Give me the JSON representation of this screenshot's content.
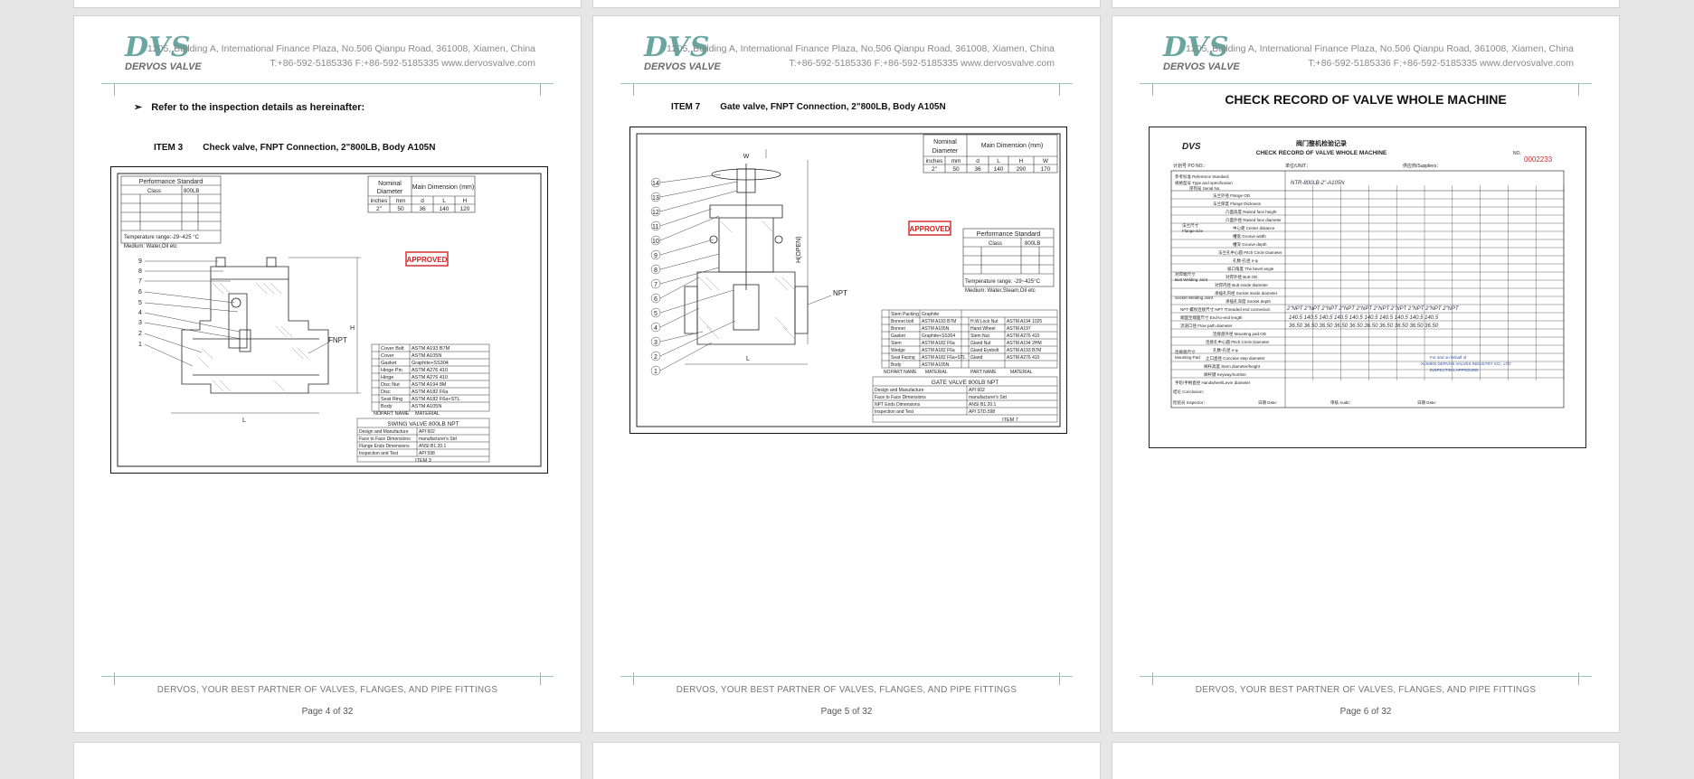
{
  "header": {
    "logo_mark": "DVS",
    "logo_name": "DERVOS VALVE",
    "address": "1205, Building A, International Finance Plaza, No.506 Qianpu Road, 361008, Xiamen, China",
    "contact": "T:+86-592-5185336    F:+86-592-5185335    www.dervosvalve.com"
  },
  "footer": {
    "slogan": "DERVOS, YOUR BEST PARTNER OF VALVES, FLANGES, AND PIPE FITTINGS"
  },
  "pages": [
    {
      "page_number": "Page 4 of 32",
      "bullet": "Refer to the inspection details as hereinafter:",
      "item_label": "ITEM 3",
      "item_desc": "Check valve, FNPT Connection, 2\"800LB, Body A105N",
      "approved": "APPROVED",
      "fnpt": "FNPT",
      "title_block": "SWING VALVE 800LB NPT",
      "item_tag": "ITEM 3"
    },
    {
      "page_number": "Page 5 of 32",
      "item_label": "ITEM 7",
      "item_desc": "Gate valve, FNPT Connection, 2\"800LB, Body A105N",
      "approved": "APPROVED",
      "npt": "NPT",
      "title_block": "GATE VALVE 800LB NPT",
      "item_tag": "ITEM 7"
    },
    {
      "page_number": "Page 6 of 32",
      "title": "CHECK RECORD OF VALVE WHOLE MACHINE",
      "record_title_cn": "阀门整机检验记录",
      "record_title_en": "CHECK RECORD OF VALVE WHOLE MACHINE",
      "record_no": "0002233"
    }
  ],
  "drawing_text": {
    "perf_std": "Performance Standard",
    "class": "Class",
    "class_val": "800LB",
    "nominal": "Nominal Diameter",
    "main_dim": "Main Dimension (mm)",
    "inches": "inches",
    "mm": "mm",
    "size_in": "2\"",
    "size_mm": "50",
    "dims_check": [
      "36",
      "140",
      "120"
    ],
    "dims_gate": [
      "36",
      "140",
      "290",
      "170"
    ]
  }
}
